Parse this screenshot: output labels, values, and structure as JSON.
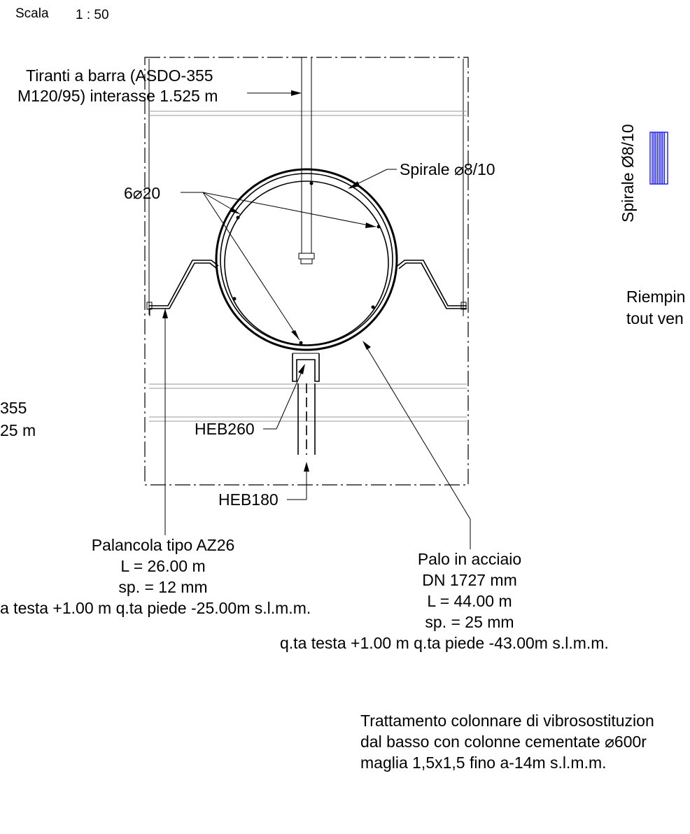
{
  "scale": {
    "label": "Scala",
    "value": "1 : 50"
  },
  "labels": {
    "tie_rods_1": "Tiranti a barra (ASDO-355",
    "tie_rods_2": "M120/95) interasse 1.525 m",
    "rebars": "6⌀20",
    "spiral": "Spirale ⌀8/10",
    "spiral_vertical": "Spirale Ø8/10",
    "left_cut_1": "355",
    "left_cut_2": "25 m",
    "heb260": "HEB260",
    "heb180": "HEB180",
    "fill_1": "Riempin",
    "fill_2": "tout ven"
  },
  "sheet_pile": {
    "line1": "Palancola tipo AZ26",
    "line2": "L = 26.00 m",
    "line3": "sp. = 12 mm",
    "line4": "a testa +1.00 m q.ta piede -25.00m s.l.m.m."
  },
  "steel_pile": {
    "line1": "Palo in acciaio",
    "line2": "DN 1727 mm",
    "line3": "L = 44.00 m",
    "line4": "sp. = 25 mm",
    "line5": "q.ta testa +1.00 m q.ta piede -43.00m s.l.m.m."
  },
  "treatment": {
    "line1": "Trattamento colonnare di vibrosostituzion",
    "line2": "dal basso con colonne cementate ⌀600r",
    "line3": "maglia 1,5x1,5 fino a-14m s.l.m.m."
  },
  "colors": {
    "lines": "#000000",
    "grid": "#9a9a9a",
    "spiral_symbol": "#1a1aff"
  }
}
